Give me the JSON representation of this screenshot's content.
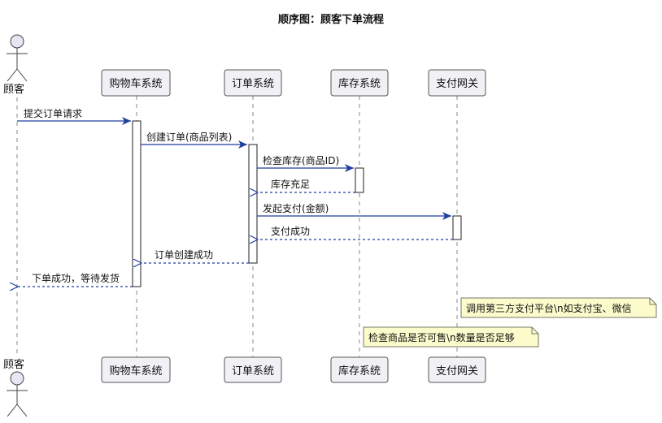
{
  "title": "顺序图：顾客下单流程",
  "actor": {
    "name": "顾客"
  },
  "participants": [
    {
      "id": "cart",
      "name": "购物车系统"
    },
    {
      "id": "order",
      "name": "订单系统"
    },
    {
      "id": "stock",
      "name": "库存系统"
    },
    {
      "id": "pay",
      "name": "支付网关"
    }
  ],
  "messages": [
    {
      "from": "customer",
      "to": "cart",
      "kind": "sync",
      "text": "提交订单请求"
    },
    {
      "from": "cart",
      "to": "order",
      "kind": "sync",
      "text": "创建订单(商品列表)"
    },
    {
      "from": "order",
      "to": "stock",
      "kind": "sync",
      "text": "检查库存(商品ID)"
    },
    {
      "from": "stock",
      "to": "order",
      "kind": "return",
      "text": "库存充足"
    },
    {
      "from": "order",
      "to": "pay",
      "kind": "sync",
      "text": "发起支付(金额)"
    },
    {
      "from": "pay",
      "to": "order",
      "kind": "return",
      "text": "支付成功"
    },
    {
      "from": "order",
      "to": "cart",
      "kind": "return",
      "text": "订单创建成功"
    },
    {
      "from": "cart",
      "to": "customer",
      "kind": "return",
      "text": "下单成功，等待发货"
    }
  ],
  "notes": [
    {
      "over": "pay",
      "text": "调用第三方支付平台\\n如支付宝、微信"
    },
    {
      "over": "stock",
      "text": "检查商品是否可售\\n数量是否足够"
    }
  ],
  "colors": {
    "arrow": "#1f3f9f",
    "participant_fill": "#f1f1f5",
    "note_fill": "#fbfbcc"
  }
}
